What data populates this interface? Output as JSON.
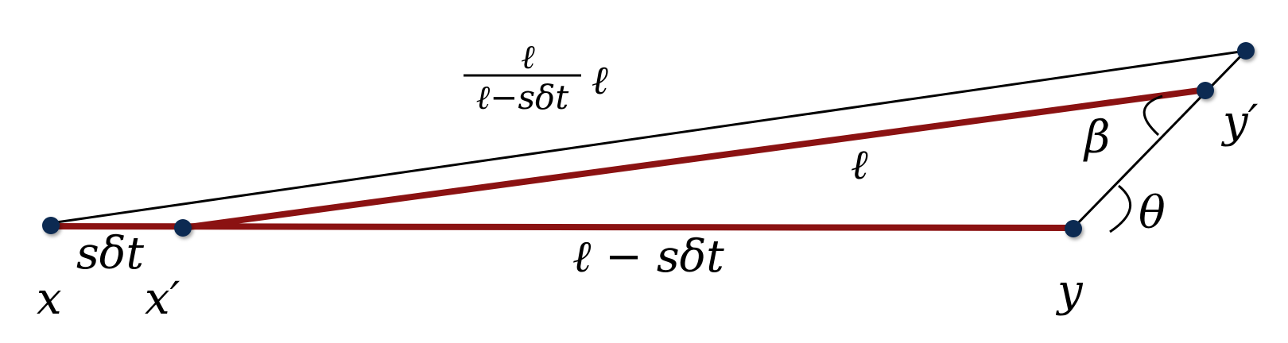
{
  "diagram": {
    "colors": {
      "red_segment": "#8B1212",
      "black_segment": "#000000",
      "vertex": "#0C2A52",
      "text": "#000000"
    },
    "labels": {
      "fraction_numerator": "ℓ",
      "fraction_denominator": "ℓ−sδt",
      "fraction_factor": "ℓ",
      "segment_ell": "ℓ",
      "segment_ell_minus_sdt": "ℓ − sδt",
      "segment_sdt": "sδt",
      "point_x": "x",
      "point_x_prime": "x′",
      "point_y": "y",
      "point_y_prime": "y′",
      "angle_beta": "β",
      "angle_theta": "θ"
    },
    "vertices": [
      "point-x",
      "point-x-prime",
      "point-y",
      "point-y-prime",
      "point-y-far"
    ]
  }
}
